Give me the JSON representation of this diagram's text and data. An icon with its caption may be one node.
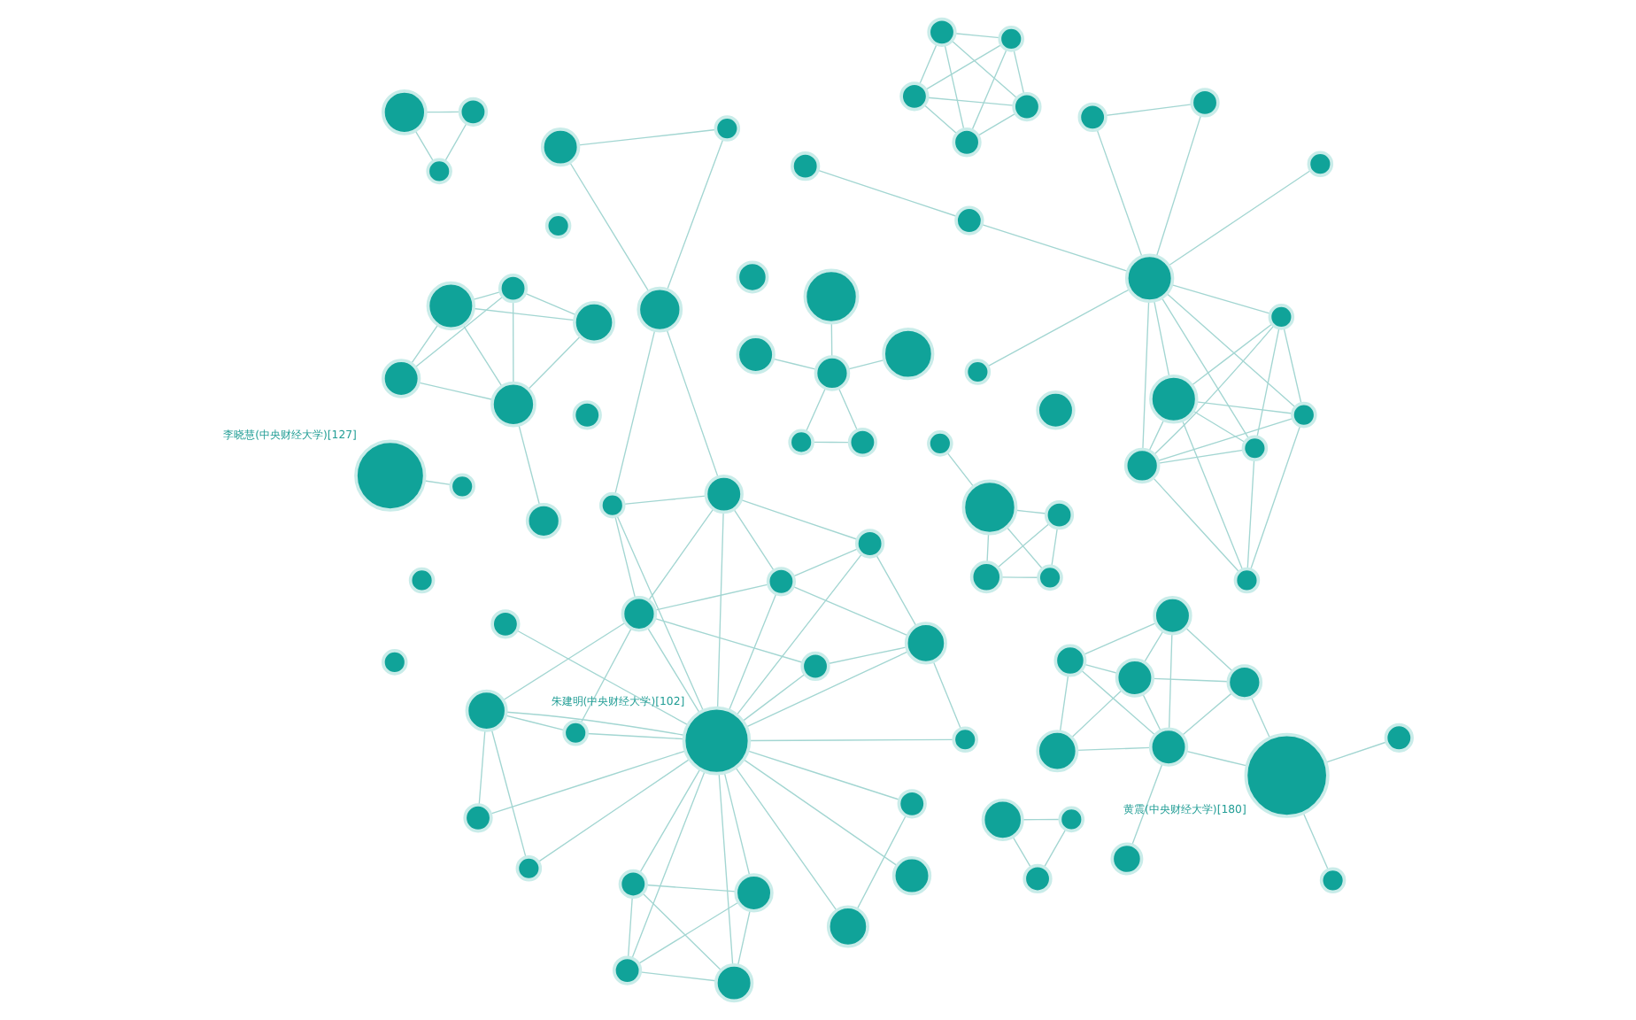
{
  "diagram": {
    "nodes": [
      {
        "text": [],
        "shape": "circle"
      },
      {
        "text": [],
        "shape": "circle"
      },
      {
        "text": [],
        "shape": "circle"
      },
      {
        "text": [],
        "shape": "circle"
      },
      {
        "text": [],
        "shape": "circle"
      },
      {
        "text": [],
        "shape": "circle"
      },
      {
        "text": [],
        "shape": "circle"
      },
      {
        "text": [],
        "shape": "circle"
      },
      {
        "text": [],
        "shape": "circle"
      },
      {
        "text": [],
        "shape": "circle"
      },
      {
        "text": [],
        "shape": "circle"
      },
      {
        "text": [],
        "shape": "circle"
      },
      {
        "text": [],
        "shape": "circle"
      },
      {
        "text": [],
        "shape": "circle"
      },
      {
        "text": [],
        "shape": "circle"
      },
      {
        "text": [],
        "shape": "circle"
      },
      {
        "text": [],
        "shape": "circle"
      },
      {
        "text": [],
        "shape": "circle"
      },
      {
        "text": [],
        "shape": "circle"
      },
      {
        "text": [],
        "shape": "circle"
      },
      {
        "text": [],
        "shape": "circle"
      },
      {
        "text": [],
        "shape": "circle"
      },
      {
        "text": [],
        "shape": "circle",
        "beside": [
          "朱建明(中央财经大学)[102]"
        ]
      },
      {
        "text": [],
        "shape": "circle"
      },
      {
        "text": [],
        "shape": "circle"
      },
      {
        "text": [],
        "shape": "circle"
      },
      {
        "text": [],
        "shape": "circle"
      },
      {
        "text": [],
        "shape": "circle"
      },
      {
        "text": [],
        "shape": "circle"
      },
      {
        "text": [],
        "shape": "circle"
      },
      {
        "text": [],
        "shape": "circle"
      },
      {
        "text": [],
        "shape": "circle"
      },
      {
        "text": [],
        "shape": "circle"
      },
      {
        "text": [],
        "shape": "circle"
      },
      {
        "text": [],
        "shape": "circle"
      },
      {
        "text": [],
        "shape": "circle"
      },
      {
        "text": [],
        "shape": "circle"
      },
      {
        "text": [],
        "shape": "circle"
      },
      {
        "text": [],
        "shape": "circle"
      },
      {
        "text": [],
        "shape": "circle"
      },
      {
        "text": [],
        "shape": "circle"
      },
      {
        "text": [],
        "shape": "circle"
      },
      {
        "text": [],
        "shape": "circle"
      },
      {
        "text": [],
        "shape": "circle"
      },
      {
        "text": [],
        "shape": "circle"
      },
      {
        "text": [],
        "shape": "circle"
      },
      {
        "text": [],
        "shape": "circle"
      },
      {
        "text": [],
        "shape": "circle"
      },
      {
        "text": [],
        "shape": "circle"
      },
      {
        "text": [],
        "shape": "circle"
      },
      {
        "text": [],
        "shape": "circle"
      },
      {
        "text": [],
        "shape": "circle"
      },
      {
        "text": [],
        "shape": "circle"
      },
      {
        "text": [],
        "shape": "circle"
      },
      {
        "text": [],
        "shape": "circle"
      },
      {
        "text": [],
        "shape": "circle"
      },
      {
        "text": [],
        "shape": "circle"
      },
      {
        "text": [],
        "shape": "circle",
        "beside": [
          "李晓慧(中央财经大学)[127]"
        ]
      },
      {
        "text": [],
        "shape": "circle"
      },
      {
        "text": [],
        "shape": "circle"
      },
      {
        "text": [],
        "shape": "circle"
      },
      {
        "text": [],
        "shape": "circle"
      },
      {
        "text": [],
        "shape": "circle"
      },
      {
        "text": [],
        "shape": "circle",
        "beside": [
          "黄震(中央财经大学)[180]"
        ]
      },
      {
        "text": [],
        "shape": "circle"
      },
      {
        "text": [],
        "shape": "circle"
      },
      {
        "text": [],
        "shape": "circle"
      },
      {
        "text": [],
        "shape": "circle"
      },
      {
        "text": [],
        "shape": "circle"
      },
      {
        "text": [],
        "shape": "circle"
      },
      {
        "text": [],
        "shape": "circle"
      },
      {
        "text": [],
        "shape": "circle"
      },
      {
        "text": [],
        "shape": "circle"
      },
      {
        "text": [],
        "shape": "circle"
      },
      {
        "text": [],
        "shape": "circle"
      },
      {
        "text": [],
        "shape": "circle"
      },
      {
        "text": [],
        "shape": "circle"
      },
      {
        "text": [],
        "shape": "circle"
      },
      {
        "text": [],
        "shape": "circle"
      },
      {
        "text": [],
        "shape": "circle"
      },
      {
        "text": [],
        "shape": "circle"
      },
      {
        "text": [],
        "shape": "circle"
      },
      {
        "text": [],
        "shape": "circle"
      }
    ],
    "edges": [
      {
        "from": 0,
        "to": 1,
        "arrow": "none"
      },
      {
        "from": 0,
        "to": 11,
        "arrow": "none"
      },
      {
        "from": 1,
        "to": 11,
        "arrow": "none"
      },
      {
        "from": 4,
        "to": 6,
        "arrow": "none"
      },
      {
        "from": 6,
        "to": 11,
        "arrow": "none"
      },
      {
        "from": 3,
        "to": 11,
        "arrow": "none"
      },
      {
        "from": 7,
        "to": 11,
        "arrow": "none"
      },
      {
        "from": 9,
        "to": 11,
        "arrow": "none"
      },
      {
        "from": 8,
        "to": 11,
        "arrow": "none"
      },
      {
        "from": 5,
        "to": 11,
        "arrow": "none"
      },
      {
        "from": 10,
        "to": 11,
        "arrow": "none"
      },
      {
        "from": 12,
        "to": 11,
        "arrow": "none"
      },
      {
        "from": 3,
        "to": 2,
        "arrow": "none"
      },
      {
        "from": 3,
        "to": 5,
        "arrow": "none"
      },
      {
        "from": 3,
        "to": 7,
        "arrow": "none"
      },
      {
        "from": 3,
        "to": 9,
        "arrow": "none"
      },
      {
        "from": 3,
        "to": 8,
        "arrow": "none"
      },
      {
        "from": 2,
        "to": 5,
        "arrow": "none"
      },
      {
        "from": 2,
        "to": 8,
        "arrow": "none"
      },
      {
        "from": 2,
        "to": 9,
        "arrow": "none"
      },
      {
        "from": 5,
        "to": 8,
        "arrow": "none"
      },
      {
        "from": 5,
        "to": 7,
        "arrow": "none"
      },
      {
        "from": 7,
        "to": 9,
        "arrow": "none"
      },
      {
        "from": 7,
        "to": 8,
        "arrow": "none"
      },
      {
        "from": 9,
        "to": 8,
        "arrow": "none"
      },
      {
        "from": 22,
        "to": 13,
        "arrow": "none"
      },
      {
        "from": 22,
        "to": 14,
        "arrow": "none"
      },
      {
        "from": 22,
        "to": 15,
        "arrow": "none"
      },
      {
        "from": 22,
        "to": 16,
        "arrow": "none"
      },
      {
        "from": 22,
        "to": 17,
        "arrow": "none"
      },
      {
        "from": 22,
        "to": 18,
        "arrow": "none"
      },
      {
        "from": 22,
        "to": 19,
        "arrow": "none"
      },
      {
        "from": 22,
        "to": 20,
        "arrow": "none"
      },
      {
        "from": 22,
        "to": 21,
        "arrow": "none"
      },
      {
        "from": 22,
        "to": 23,
        "arrow": "none"
      },
      {
        "from": 22,
        "to": 24,
        "arrow": "none"
      },
      {
        "from": 22,
        "to": 25,
        "arrow": "none"
      },
      {
        "from": 22,
        "to": 26,
        "arrow": "none"
      },
      {
        "from": 22,
        "to": 27,
        "arrow": "none"
      },
      {
        "from": 22,
        "to": 28,
        "arrow": "none"
      },
      {
        "from": 22,
        "to": 29,
        "arrow": "none"
      },
      {
        "from": 22,
        "to": 30,
        "arrow": "none"
      },
      {
        "from": 22,
        "to": 31,
        "arrow": "none"
      },
      {
        "from": 22,
        "to": 32,
        "arrow": "none"
      },
      {
        "from": 22,
        "to": 33,
        "arrow": "none"
      },
      {
        "from": 13,
        "to": 14,
        "arrow": "none"
      },
      {
        "from": 14,
        "to": 17,
        "arrow": "none"
      },
      {
        "from": 13,
        "to": 16,
        "arrow": "none"
      },
      {
        "from": 16,
        "to": 17,
        "arrow": "none"
      },
      {
        "from": 13,
        "to": 17,
        "arrow": "none"
      },
      {
        "from": 14,
        "to": 16,
        "arrow": "none"
      },
      {
        "from": 19,
        "to": 20,
        "arrow": "none"
      },
      {
        "from": 21,
        "to": 24,
        "arrow": "none"
      },
      {
        "from": 23,
        "to": 24,
        "arrow": "none"
      },
      {
        "from": 24,
        "to": 28,
        "arrow": "none"
      },
      {
        "from": 24,
        "to": 31,
        "arrow": "none"
      },
      {
        "from": 25,
        "to": 26,
        "arrow": "none"
      },
      {
        "from": 25,
        "to": 27,
        "arrow": "none"
      },
      {
        "from": 26,
        "to": 31,
        "arrow": "none"
      },
      {
        "from": 29,
        "to": 31,
        "arrow": "none"
      },
      {
        "from": 29,
        "to": 30,
        "arrow": "none"
      },
      {
        "from": 25,
        "to": 29,
        "arrow": "none"
      },
      {
        "from": 25,
        "to": 30,
        "arrow": "none"
      },
      {
        "from": 31,
        "to": 32,
        "arrow": "none"
      },
      {
        "from": 29,
        "to": 33,
        "arrow": "none"
      },
      {
        "from": 30,
        "to": 33,
        "arrow": "none"
      },
      {
        "from": 32,
        "to": 33,
        "arrow": "none"
      },
      {
        "from": 31,
        "to": 33,
        "arrow": "none"
      },
      {
        "from": 32,
        "to": 34,
        "arrow": "none"
      },
      {
        "from": 33,
        "to": 34,
        "arrow": "none"
      },
      {
        "from": 28,
        "to": 31,
        "arrow": "none"
      },
      {
        "from": 34,
        "to": 35,
        "arrow": "none"
      },
      {
        "from": 34,
        "to": 36,
        "arrow": "none"
      },
      {
        "from": 35,
        "to": 36,
        "arrow": "none"
      },
      {
        "from": 37,
        "to": 38,
        "arrow": "none"
      },
      {
        "from": 37,
        "to": 39,
        "arrow": "none"
      },
      {
        "from": 38,
        "to": 39,
        "arrow": "none"
      },
      {
        "from": 40,
        "to": 41,
        "arrow": "none"
      },
      {
        "from": 41,
        "to": 42,
        "arrow": "none"
      },
      {
        "from": 41,
        "to": 43,
        "arrow": "none"
      },
      {
        "from": 41,
        "to": 44,
        "arrow": "none"
      },
      {
        "from": 42,
        "to": 43,
        "arrow": "none"
      },
      {
        "from": 43,
        "to": 44,
        "arrow": "none"
      },
      {
        "from": 45,
        "to": 42,
        "arrow": "none"
      },
      {
        "from": 45,
        "to": 41,
        "arrow": "none"
      },
      {
        "from": 45,
        "to": 43,
        "arrow": "none"
      },
      {
        "from": 45,
        "to": 44,
        "arrow": "none"
      },
      {
        "from": 46,
        "to": 47,
        "arrow": "none"
      },
      {
        "from": 46,
        "to": 48,
        "arrow": "none"
      },
      {
        "from": 47,
        "to": 48,
        "arrow": "none"
      },
      {
        "from": 49,
        "to": 48,
        "arrow": "none"
      },
      {
        "from": 50,
        "to": 48,
        "arrow": "none"
      },
      {
        "from": 51,
        "to": 48,
        "arrow": "none"
      },
      {
        "from": 54,
        "to": 52,
        "arrow": "none"
      },
      {
        "from": 54,
        "to": 55,
        "arrow": "none"
      },
      {
        "from": 54,
        "to": 56,
        "arrow": "none"
      },
      {
        "from": 54,
        "to": 53,
        "arrow": "none"
      },
      {
        "from": 52,
        "to": 55,
        "arrow": "none"
      },
      {
        "from": 52,
        "to": 53,
        "arrow": "none"
      },
      {
        "from": 52,
        "to": 56,
        "arrow": "none"
      },
      {
        "from": 55,
        "to": 53,
        "arrow": "none"
      },
      {
        "from": 55,
        "to": 56,
        "arrow": "none"
      },
      {
        "from": 53,
        "to": 56,
        "arrow": "none"
      },
      {
        "from": 57,
        "to": 58,
        "arrow": "none"
      },
      {
        "from": 59,
        "to": 62,
        "arrow": "none"
      },
      {
        "from": 59,
        "to": 60,
        "arrow": "none"
      },
      {
        "from": 59,
        "to": 65,
        "arrow": "none"
      },
      {
        "from": 63,
        "to": 65,
        "arrow": "none"
      },
      {
        "from": 63,
        "to": 64,
        "arrow": "none"
      },
      {
        "from": 63,
        "to": 67,
        "arrow": "none"
      },
      {
        "from": 63,
        "to": 68,
        "arrow": "none"
      },
      {
        "from": 62,
        "to": 60,
        "arrow": "none"
      },
      {
        "from": 62,
        "to": 61,
        "arrow": "none"
      },
      {
        "from": 62,
        "to": 65,
        "arrow": "none"
      },
      {
        "from": 60,
        "to": 61,
        "arrow": "none"
      },
      {
        "from": 60,
        "to": 65,
        "arrow": "none"
      },
      {
        "from": 60,
        "to": 64,
        "arrow": "none"
      },
      {
        "from": 61,
        "to": 65,
        "arrow": "none"
      },
      {
        "from": 61,
        "to": 64,
        "arrow": "none"
      },
      {
        "from": 64,
        "to": 65,
        "arrow": "none"
      },
      {
        "from": 65,
        "to": 66,
        "arrow": "none"
      },
      {
        "from": 69,
        "to": 70,
        "arrow": "none"
      },
      {
        "from": 69,
        "to": 71,
        "arrow": "none"
      },
      {
        "from": 69,
        "to": 72,
        "arrow": "none"
      },
      {
        "from": 69,
        "to": 73,
        "arrow": "none"
      },
      {
        "from": 70,
        "to": 71,
        "arrow": "none"
      },
      {
        "from": 70,
        "to": 72,
        "arrow": "none"
      },
      {
        "from": 72,
        "to": 71,
        "arrow": "none"
      },
      {
        "from": 74,
        "to": 75,
        "arrow": "none"
      },
      {
        "from": 74,
        "to": 76,
        "arrow": "none"
      },
      {
        "from": 75,
        "to": 76,
        "arrow": "none"
      }
    ]
  }
}
